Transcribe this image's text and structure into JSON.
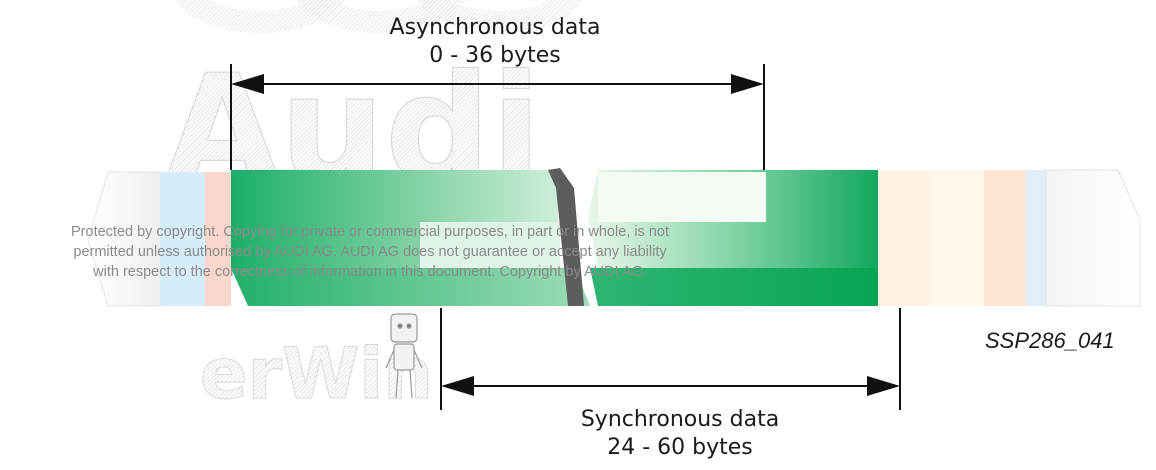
{
  "async": {
    "title": "Asynchronous data",
    "range": "0 - 36 bytes"
  },
  "sync": {
    "title": "Synchronous data",
    "range": "24 - 60 bytes"
  },
  "figure_id": "SSP286_041",
  "watermark": {
    "line1": "Protected by copyright. Copying for private or commercial purposes, in part or in whole, is not",
    "line2": "permitted unless authorised by AUDI AG. AUDI AG does not guarantee or accept any liability",
    "line3": "with respect to the correctness of information in this document. Copyright by AUDI AG."
  },
  "background_logo_text": [
    "Audi",
    "erWin"
  ],
  "colors": {
    "green_dark": "#0aa85a",
    "green_light": "#bfe8cf",
    "green_pale": "#f2f9ee",
    "segment_gray": "#5a5a5a",
    "ghost_blue": "#cfe6f4",
    "ghost_red": "#f7cdc4",
    "ghost_orange": "#fbe4d2"
  }
}
